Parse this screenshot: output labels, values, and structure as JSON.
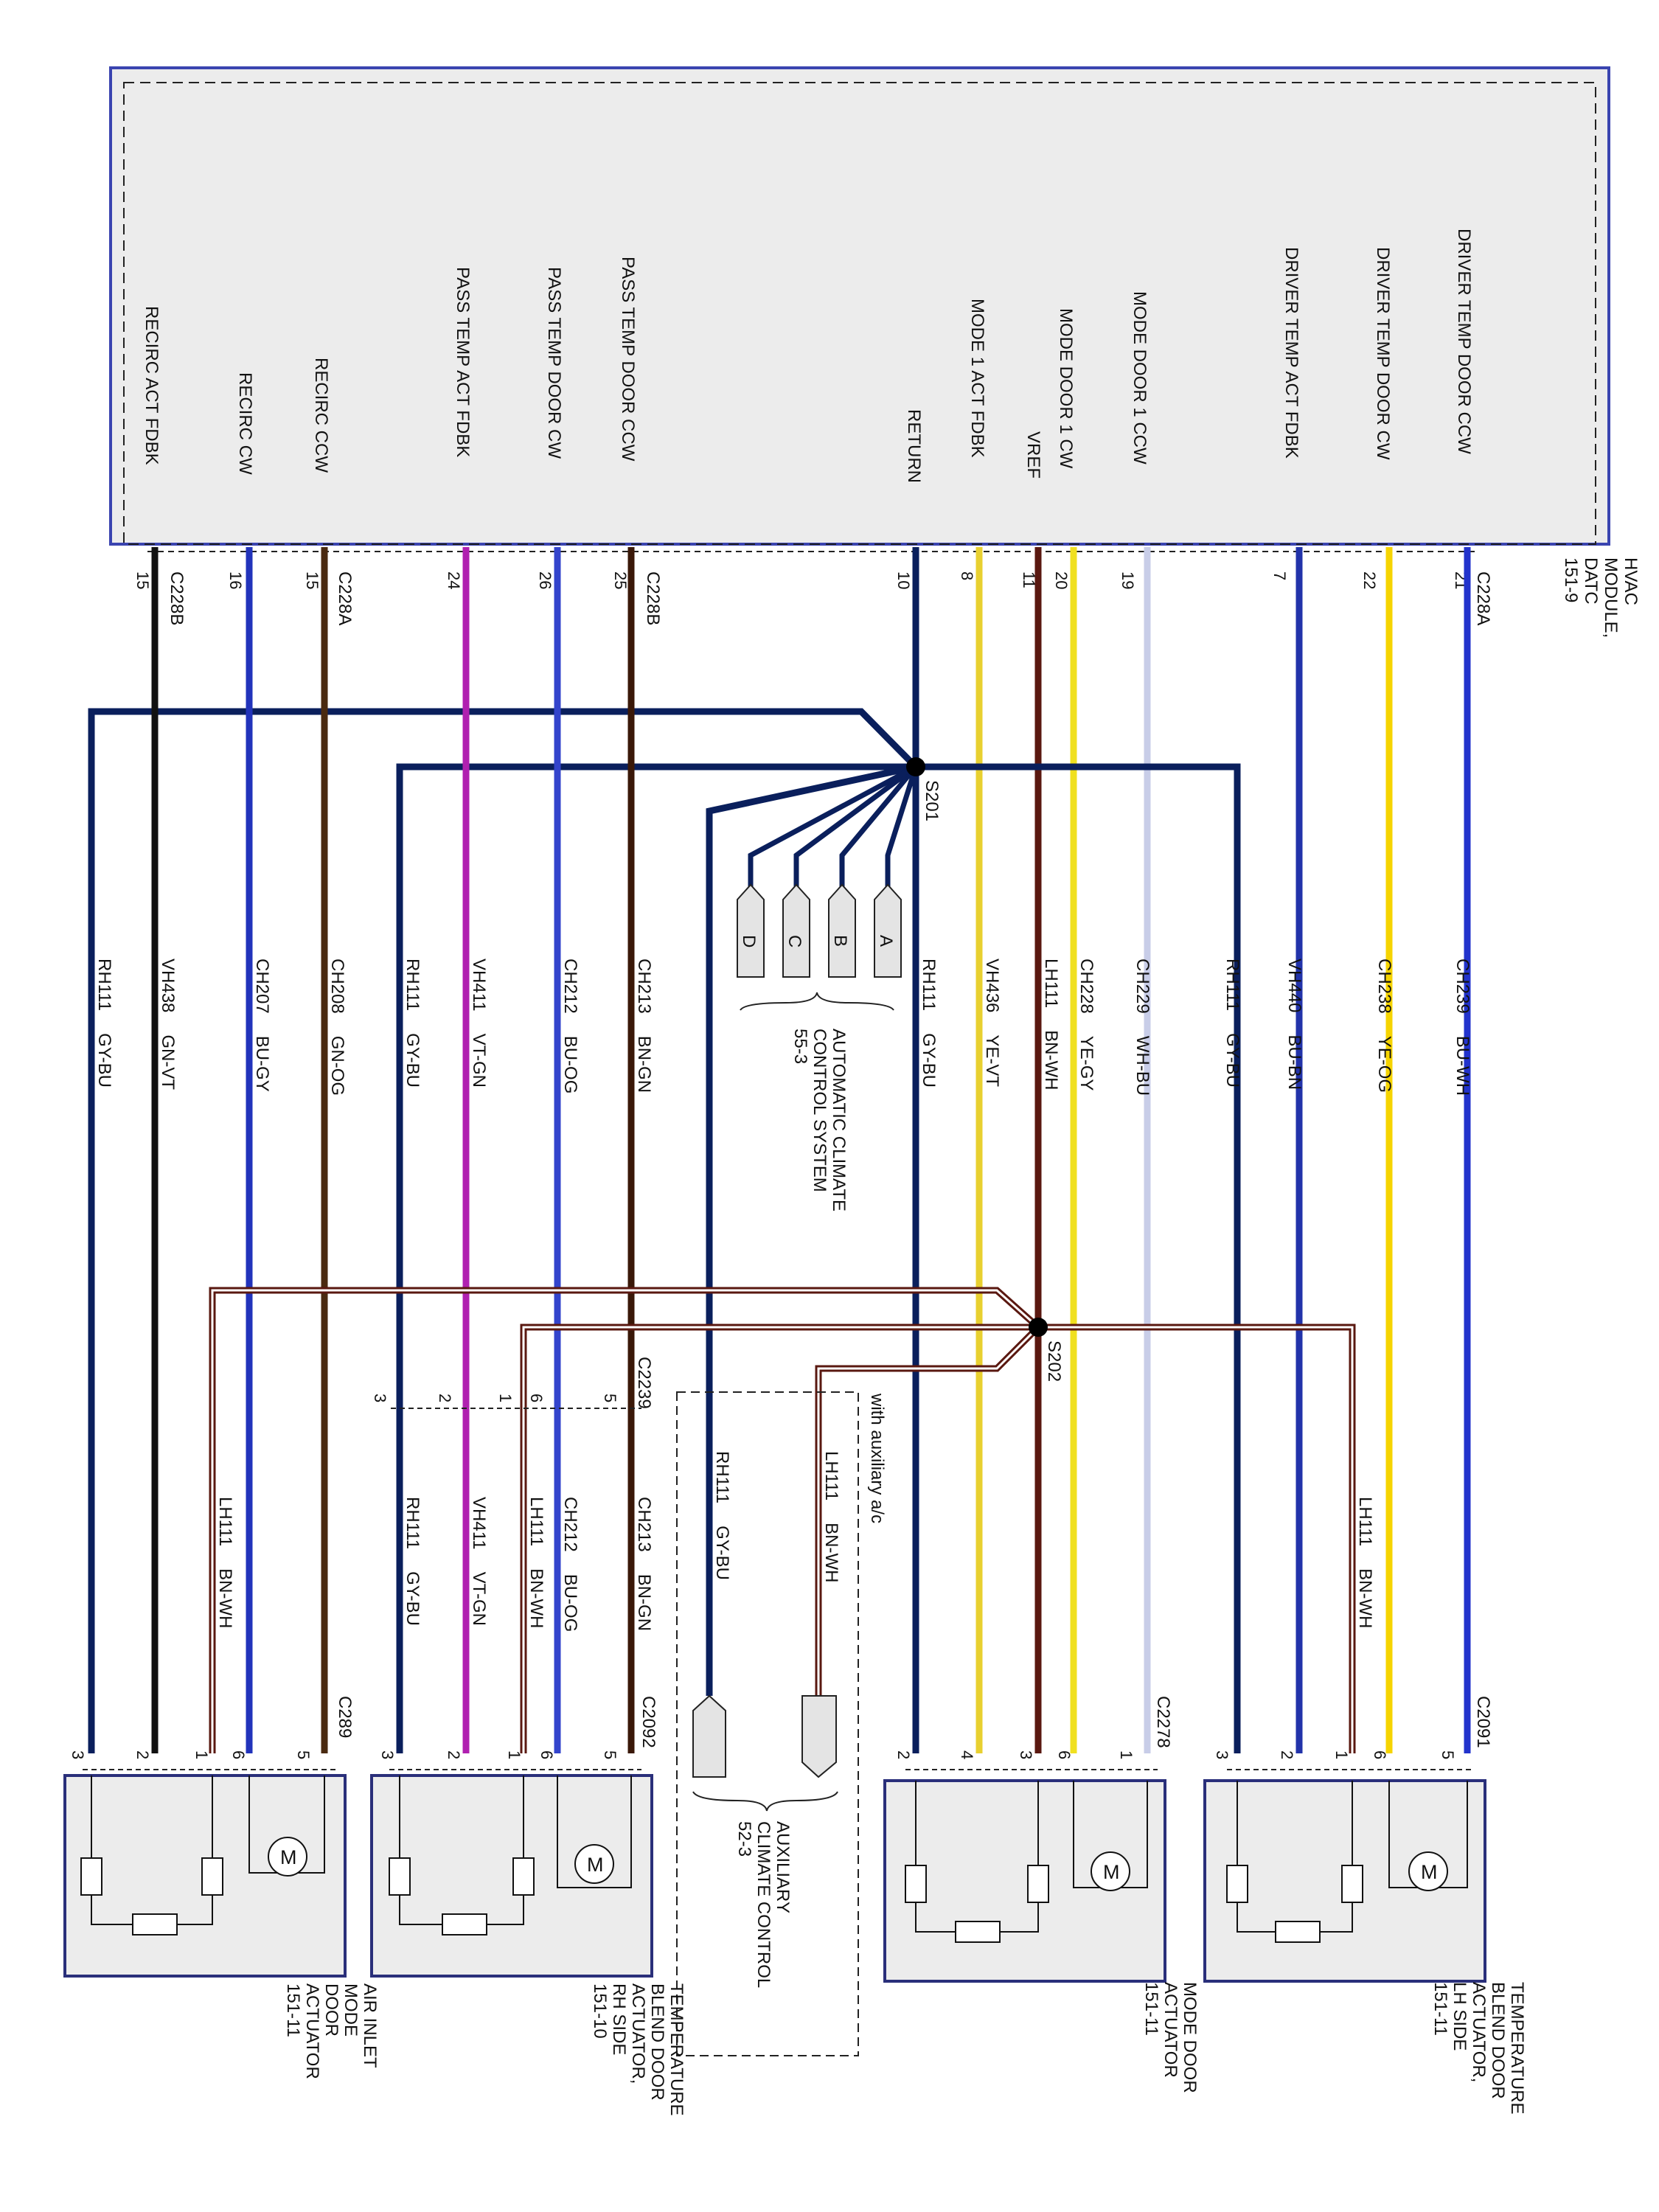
{
  "hvac_module": {
    "title_lines": [
      "HVAC",
      "MODULE,",
      "DATC",
      "151-9"
    ],
    "signals": [
      "DRIVER TEMP DOOR CCW",
      "DRIVER TEMP DOOR CW",
      "DRIVER TEMP ACT FDBK",
      "MODE DOOR 1 CCW",
      "MODE DOOR 1 CW",
      "VREF",
      "MODE 1 ACT FDBK",
      "RETURN",
      "PASS TEMP DOOR CCW",
      "PASS TEMP DOOR CW",
      "PASS TEMP ACT FDBK",
      "RECIRC CCW",
      "RECIRC CW",
      "RECIRC ACT FDBK"
    ],
    "connectors": [
      "C228A",
      "C228B",
      "C228B",
      "C228A"
    ],
    "pins": [
      "21",
      "22",
      "7",
      "19",
      "20",
      "11",
      "8",
      "10",
      "25",
      "26",
      "24",
      "15",
      "16",
      "15"
    ]
  },
  "splices": [
    "S201",
    "S202"
  ],
  "circuits": [
    {
      "id": "CH239",
      "color": "BU-WH",
      "hex": "#2233cc"
    },
    {
      "id": "CH238",
      "color": "YE-OG",
      "hex": "#f6d400"
    },
    {
      "id": "VH440",
      "color": "BU-BN",
      "hex": "#2233aa"
    },
    {
      "id": "RH111",
      "color": "GY-BU",
      "hex": "#0a1f5c"
    },
    {
      "id": "CH229",
      "color": "WH-BU",
      "hex": "#c8cde8"
    },
    {
      "id": "CH228",
      "color": "YE-GY",
      "hex": "#f0e020"
    },
    {
      "id": "LH111",
      "color": "BN-WH",
      "hex": "#5a1810"
    },
    {
      "id": "VH436",
      "color": "YE-VT",
      "hex": "#e8d030"
    },
    {
      "id": "RH111",
      "color": "GY-BU",
      "hex": "#0a1f5c"
    },
    {
      "id": "CH213",
      "color": "BN-GN",
      "hex": "#3a1808"
    },
    {
      "id": "CH212",
      "color": "BU-OG",
      "hex": "#3344cc"
    },
    {
      "id": "VH411",
      "color": "VT-GN",
      "hex": "#b020b0"
    },
    {
      "id": "RH111",
      "color": "GY-BU",
      "hex": "#0a1f5c"
    },
    {
      "id": "CH208",
      "color": "GN-OG",
      "hex": "#4a2a10"
    },
    {
      "id": "CH207",
      "color": "BU-GY",
      "hex": "#2233bb"
    },
    {
      "id": "VH438",
      "color": "GN-VT",
      "hex": "#111111"
    },
    {
      "id": "RH111",
      "color": "GY-BU",
      "hex": "#0a1f5c"
    }
  ],
  "s202_branches": [
    {
      "id": "LH111",
      "color": "BN-WH"
    },
    {
      "id": "LH111",
      "color": "BN-WH"
    }
  ],
  "c2239": {
    "name": "C2239",
    "pins": [
      "5",
      "6",
      "1",
      "2",
      "3"
    ],
    "circuits": [
      {
        "id": "CH213",
        "color": "BN-GN"
      },
      {
        "id": "CH212",
        "color": "BU-OG"
      },
      {
        "id": "LH111",
        "color": "BN-WH"
      },
      {
        "id": "VH411",
        "color": "VT-GN"
      },
      {
        "id": "RH111",
        "color": "GY-BU"
      }
    ]
  },
  "aux_branch": {
    "note": "with auxiliary a/c",
    "circuits": [
      {
        "id": "LH111",
        "color": "BN-WH"
      },
      {
        "id": "RH111",
        "color": "GY-BU"
      }
    ]
  },
  "acc_system": {
    "lines": [
      "AUTOMATIC CLIMATE",
      "CONTROL SYSTEM",
      "55-3"
    ],
    "tabs": [
      "A",
      "B",
      "C",
      "D"
    ]
  },
  "actuators": [
    {
      "connector": "C2091",
      "pins": [
        "5",
        "6",
        "1",
        "2",
        "3"
      ],
      "title_lines": [
        "TEMPERATURE",
        "BLEND DOOR",
        "ACTUATOR,",
        "LH SIDE",
        "151-11"
      ]
    },
    {
      "connector": "C2278",
      "pins": [
        "1",
        "6",
        "3",
        "4",
        "2"
      ],
      "title_lines": [
        "MODE DOOR",
        "ACTUATOR",
        "151-11"
      ]
    },
    {
      "connector": "C2092",
      "pins": [
        "5",
        "6",
        "1",
        "2",
        "3"
      ],
      "title_lines": [
        "TEMPERATURE",
        "BLEND DOOR",
        "ACTUATOR,",
        "RH SIDE",
        "151-10"
      ]
    },
    {
      "connector": "C289",
      "pins": [
        "5",
        "6",
        "1",
        "2",
        "3"
      ],
      "title_lines": [
        "AIR INLET",
        "MODE",
        "DOOR",
        "ACTUATOR",
        "151-11"
      ]
    }
  ],
  "aux_climate": {
    "lines": [
      "AUXILIARY",
      "CLIMATE CONTROL",
      "52-3"
    ]
  },
  "icons": {
    "motor": "M"
  }
}
